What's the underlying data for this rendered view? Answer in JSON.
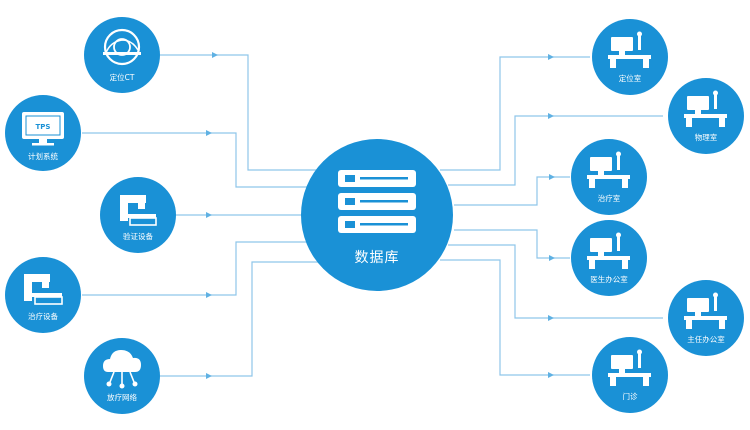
{
  "colors": {
    "node_fill": "#1a91d6",
    "hub_fill": "#1a91d6",
    "connector": "#8fc6ea",
    "icon_fill": "#ffffff"
  },
  "hub": {
    "label": "数据库",
    "icon": "server-stack-icon"
  },
  "left_nodes": [
    {
      "label": "定位CT",
      "icon": "ct-scanner-icon"
    },
    {
      "label": "计划系统",
      "icon": "monitor-icon",
      "screen_text": "TPS"
    },
    {
      "label": "验证设备",
      "icon": "verification-device-icon"
    },
    {
      "label": "治疗设备",
      "icon": "treatment-machine-icon"
    },
    {
      "label": "放疗网络",
      "icon": "cloud-network-icon"
    }
  ],
  "right_nodes": [
    {
      "label": "定位室",
      "icon": "workstation-icon"
    },
    {
      "label": "物理室",
      "icon": "workstation-icon"
    },
    {
      "label": "治疗室",
      "icon": "workstation-icon"
    },
    {
      "label": "医生办公室",
      "icon": "workstation-icon"
    },
    {
      "label": "主任办公室",
      "icon": "workstation-icon"
    },
    {
      "label": "门诊",
      "icon": "workstation-icon"
    }
  ]
}
